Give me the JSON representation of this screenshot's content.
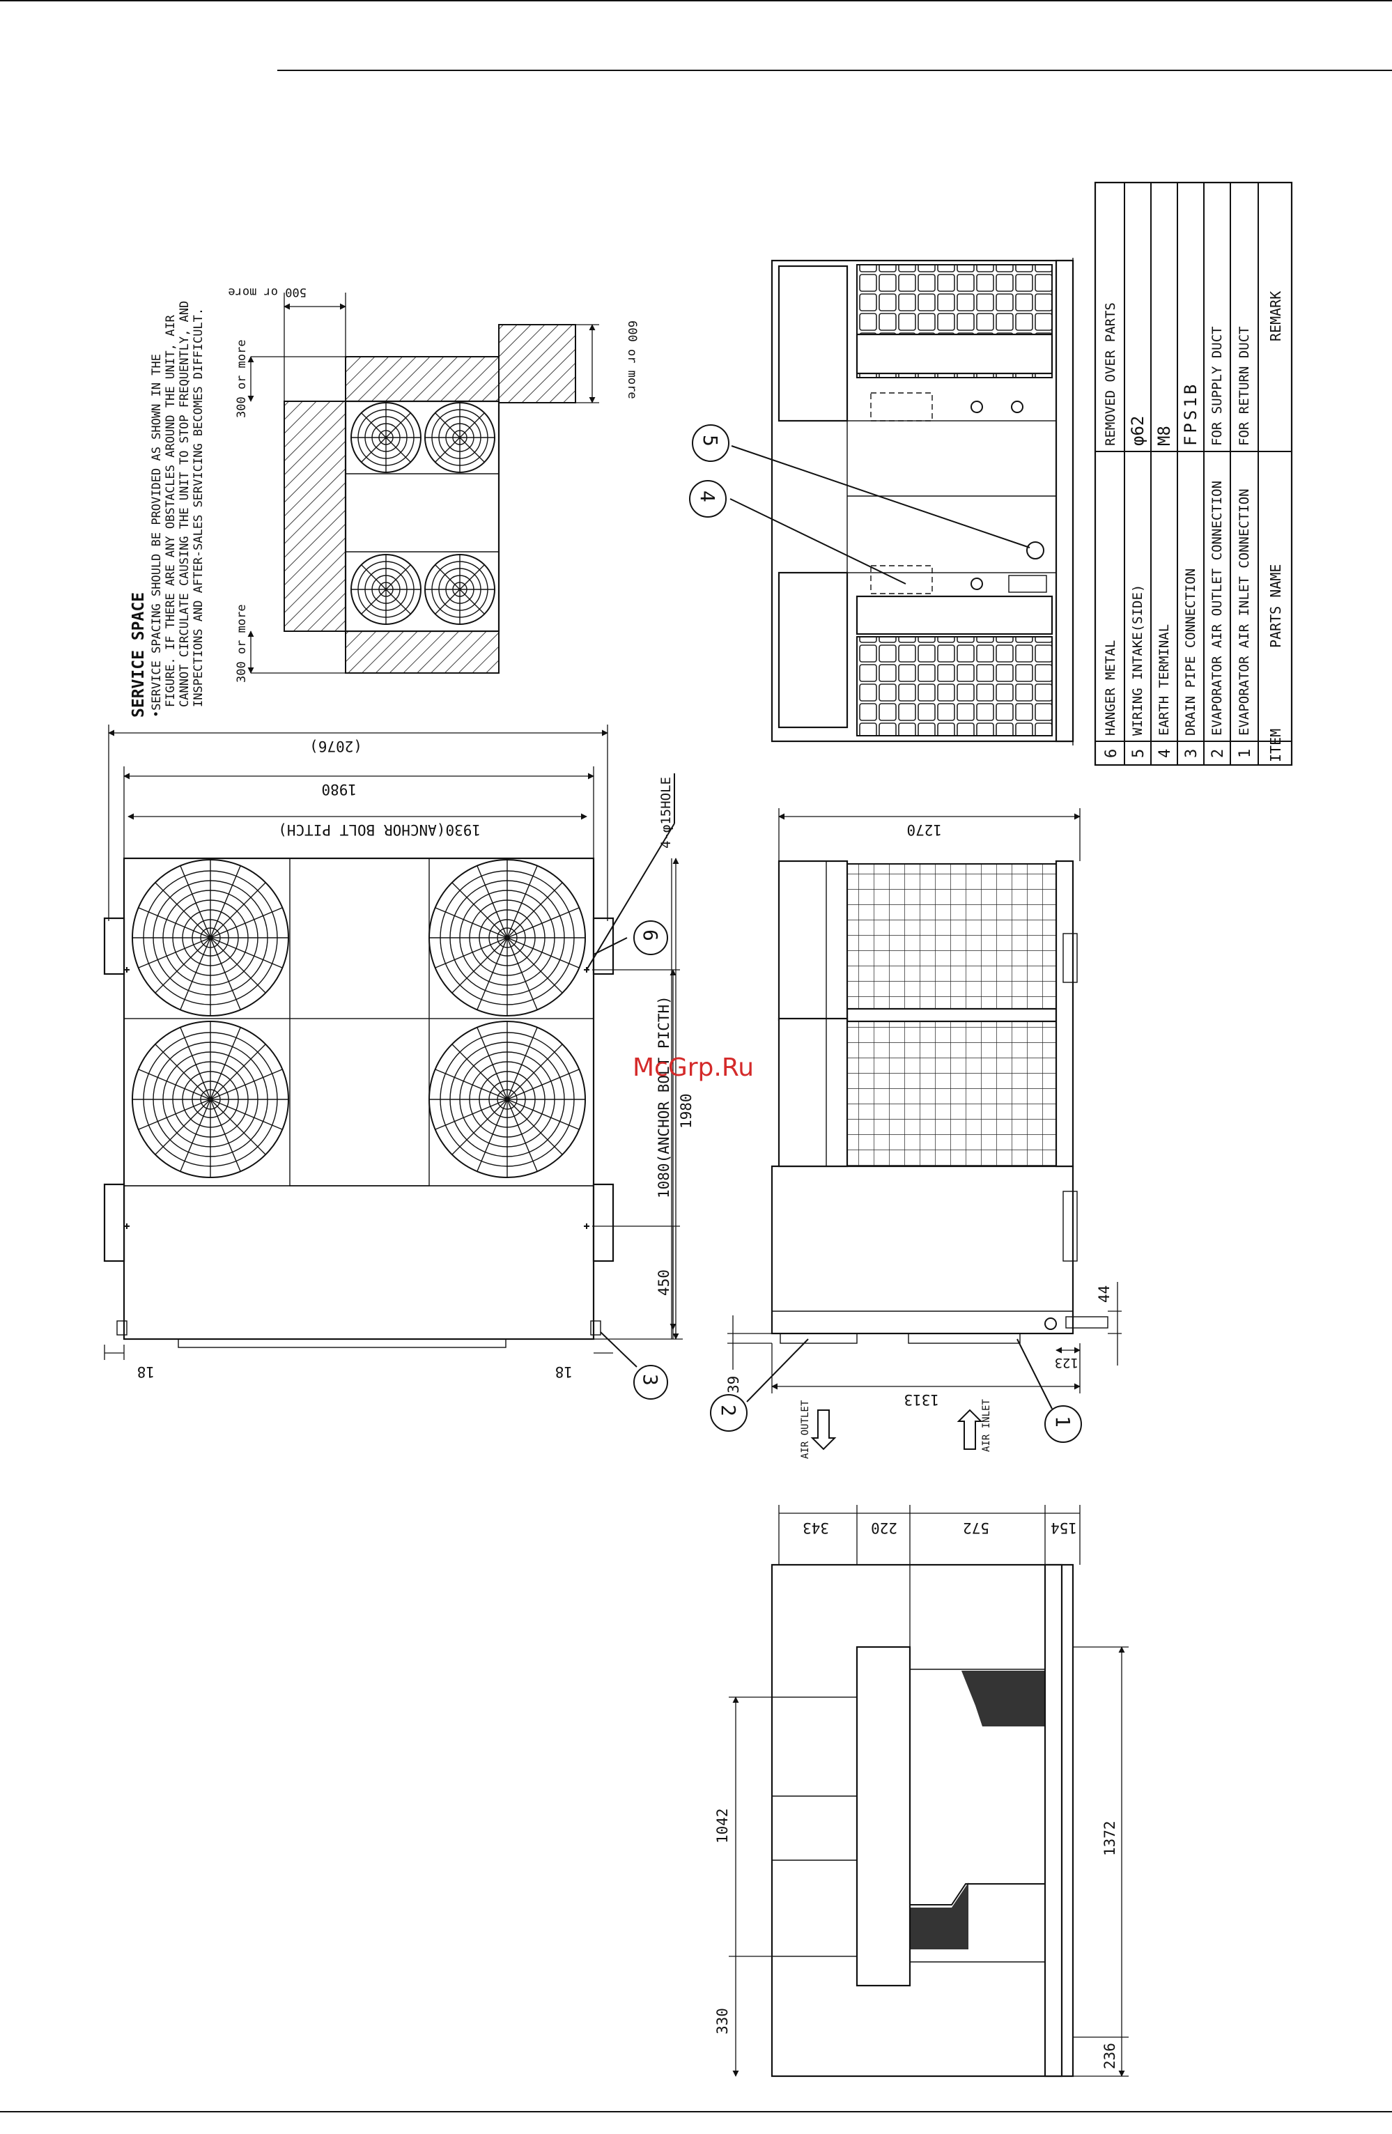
{
  "service_space": {
    "title": "SERVICE SPACE",
    "note_lines": [
      "•SERVICE SPACING SHOULD BE PROVIDED AS SHOWN IN THE",
      "FIGURE. IF THERE ARE ANY OBSTACLES AROUND THE UNIT, AIR",
      "CANNOT CIRCULATE CAUSING THE UNIT TO STOP FREQUENTLY, AND",
      "INSPECTIONS AND AFTER-SALES SERVICING BECOMES DIFFICULT."
    ],
    "clearances": {
      "top": "500 or more",
      "left_upper": "300 or more",
      "left_lower": "300 or more",
      "right": "600 or more"
    }
  },
  "top_view": {
    "dims": {
      "overall": "(2076)",
      "width": "1980",
      "anchor_pitch": "1930(ANCHOR BOLT PITCH)",
      "hole": "4-φ15HOLE",
      "anchor_pitch_side": "1080(ANCHOR BOLT PICTH)",
      "depth": "1980",
      "offset_450": "450",
      "margin_left": "18",
      "margin_right": "18"
    },
    "callouts": [
      "6",
      "3"
    ]
  },
  "front_view": {
    "dims": {
      "height": "1270",
      "dim_44": "44",
      "dim_39": "39",
      "dim_123": "123",
      "length": "1313"
    },
    "airflow": {
      "outlet": "AIR OUTLET",
      "inlet": "AIR INLET"
    },
    "callouts": [
      "2",
      "1"
    ]
  },
  "side_view": {
    "callouts": [
      "4",
      "5"
    ]
  },
  "bottom_view": {
    "dims": {
      "d343": "343",
      "d220": "220",
      "d572": "572",
      "d154": "154",
      "d1042": "1042",
      "d330": "330",
      "d1372": "1372",
      "d236": "236"
    }
  },
  "parts_table": {
    "headers": [
      "ITEM",
      "PARTS NAME",
      "REMARK"
    ],
    "rows": [
      {
        "item": "6",
        "name": "HANGER METAL",
        "remark": "REMOVED OVER PARTS"
      },
      {
        "item": "5",
        "name": "WIRING INTAKE(SIDE)",
        "remark": "φ62"
      },
      {
        "item": "4",
        "name": "EARTH TERMINAL",
        "remark": "M8"
      },
      {
        "item": "3",
        "name": "DRAIN PIPE CONNECTION",
        "remark": "FPS1B"
      },
      {
        "item": "2",
        "name": "EVAPORATOR AIR OUTLET CONNECTION",
        "remark": "FOR SUPPLY DUCT"
      },
      {
        "item": "1",
        "name": "EVAPORATOR AIR INLET CONNECTION",
        "remark": "FOR RETURN DUCT"
      }
    ]
  },
  "watermark": "McGrp.Ru"
}
